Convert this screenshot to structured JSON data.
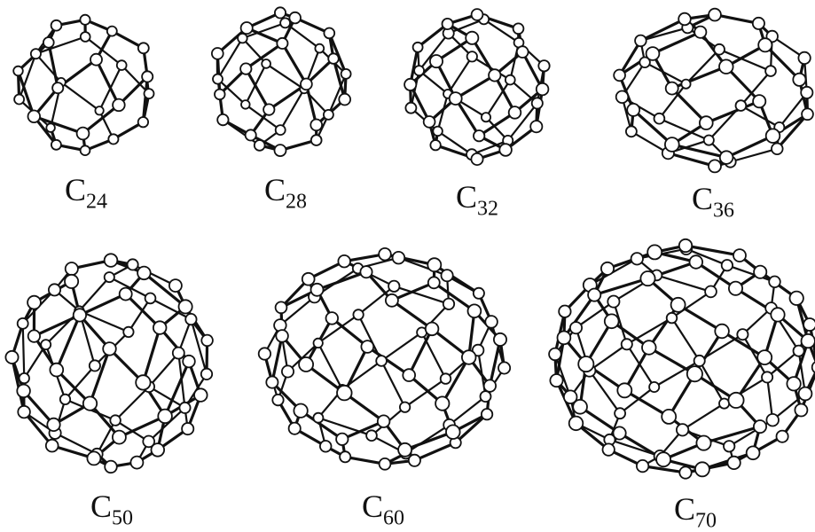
{
  "molecules": [
    {
      "element": "C",
      "count": "24",
      "atoms": 24
    },
    {
      "element": "C",
      "count": "28",
      "atoms": 28
    },
    {
      "element": "C",
      "count": "32",
      "atoms": 32
    },
    {
      "element": "C",
      "count": "36",
      "atoms": 36
    },
    {
      "element": "C",
      "count": "50",
      "atoms": 50
    },
    {
      "element": "C",
      "count": "60",
      "atoms": 60
    },
    {
      "element": "C",
      "count": "70",
      "atoms": 70
    }
  ],
  "colors": {
    "stroke": "#111111",
    "atom_fill": "#ffffff",
    "background": "#ffffff"
  }
}
